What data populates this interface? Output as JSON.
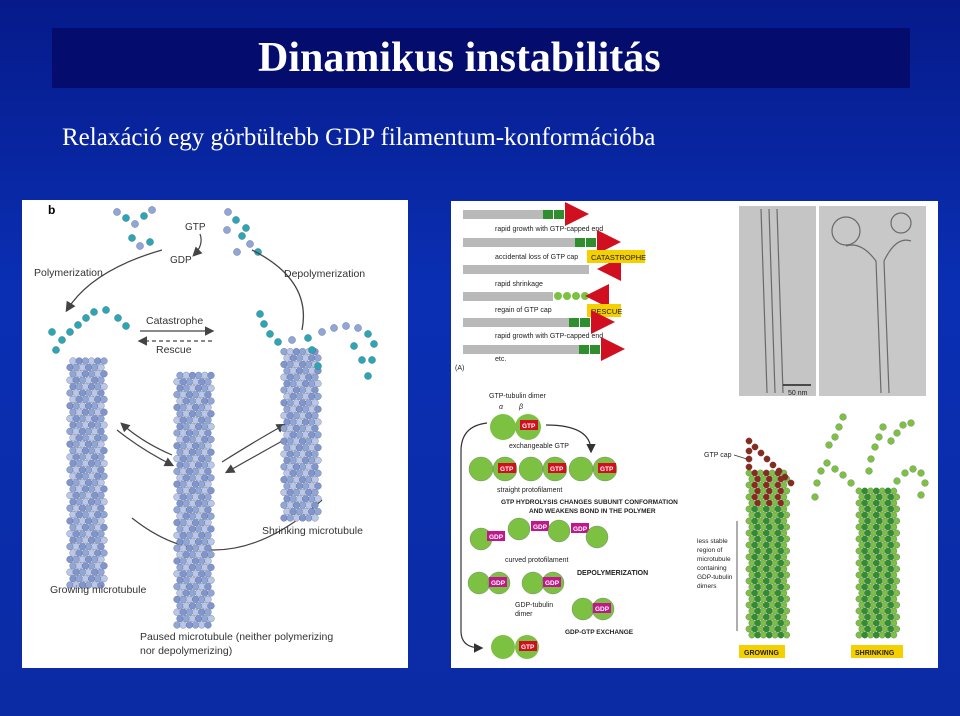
{
  "slide": {
    "title": "Dinamikus instabilitás",
    "subtitle": "Relaxáció egy görbültebb GDP filamentum-konformációba"
  },
  "left_figure": {
    "panel_label": "b",
    "gtp": "GTP",
    "gdp": "GDP",
    "polymerization": "Polymerization",
    "depolymerization": "Depolymerization",
    "catastrophe": "Catastrophe",
    "rescue": "Rescue",
    "growing": "Growing microtubule",
    "shrinking": "Shrinking microtubule",
    "paused_line1": "Paused microtubule (neither polymerizing",
    "paused_line2": "nor depolymerizing)"
  },
  "right_figure": {
    "panel_a": "(A)",
    "rows": [
      "rapid growth with GTP-capped end",
      "accidental loss of GTP cap",
      "rapid shrinkage",
      "regain of GTP cap",
      "rapid growth with GTP-capped end",
      "etc."
    ],
    "catastrophe_tag": "CATASTROPHE",
    "rescue_tag": "RESCUE",
    "scale_bar": "50 nm",
    "dimer_title": "GTP-tubulin dimer",
    "alpha": "α",
    "beta": "β",
    "gtp": "GTP",
    "gdp": "GDP",
    "exchangeable": "exchangeable GTP",
    "straight": "straight protofilament",
    "hydrolysis_line1": "GTP HYDROLYSIS CHANGES SUBUNIT CONFORMATION",
    "hydrolysis_line2": "AND WEAKENS BOND IN THE POLYMER",
    "curved": "curved protofilament",
    "depoly": "DEPOLYMERIZATION",
    "gdp_dimer_line1": "GDP-tubulin",
    "gdp_dimer_line2": "dimer",
    "exchange": "GDP-GTP EXCHANGE",
    "gtp_cap": "GTP cap",
    "less_stable": [
      "less stable",
      "region of",
      "microtubule",
      "containing",
      "GDP-tubulin",
      "dimers"
    ],
    "growing": "GROWING",
    "shrinking": "SHRINKING"
  }
}
